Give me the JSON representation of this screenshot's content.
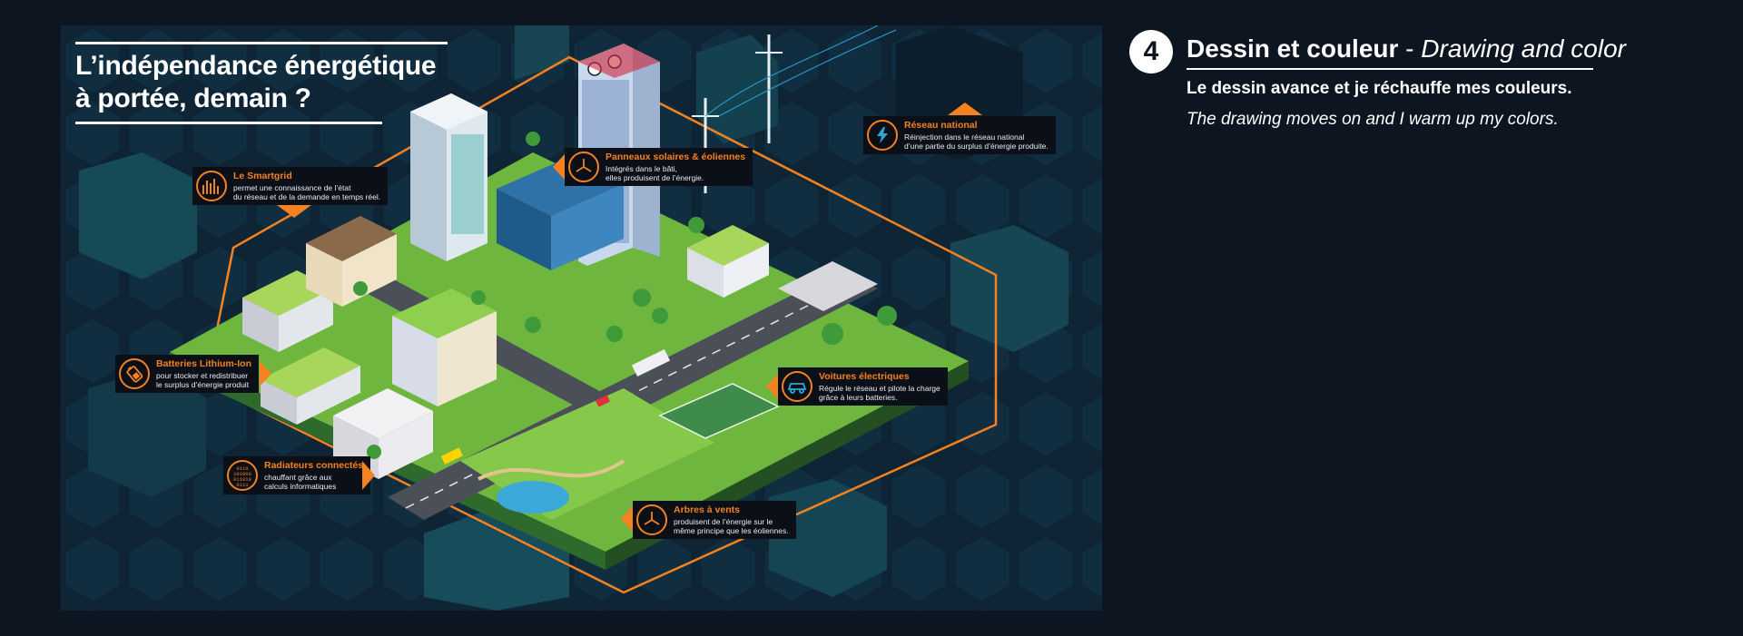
{
  "hero": {
    "line1": "L’indépendance énergétique",
    "line2": "à portée, demain ?"
  },
  "callouts": [
    {
      "id": "smartgrid",
      "icon": "bar-chart-icon",
      "title": "Le Smartgrid",
      "lines": [
        "permet une connaissance de l’état",
        "du réseau et de la demande en temps réel."
      ]
    },
    {
      "id": "solar",
      "icon": "wind-turbine-icon",
      "title": "Panneaux solaires & éoliennes",
      "lines": [
        "Intégrés dans le bâti,",
        "elles produisent de l’énergie."
      ]
    },
    {
      "id": "national",
      "icon": "lightning-icon",
      "title": "Réseau national",
      "lines": [
        "Réinjection dans le réseau national",
        "d’une partie du surplus d’énergie produite."
      ]
    },
    {
      "id": "batteries",
      "icon": "battery-icon",
      "title": "Batteries Lithium-Ion",
      "lines": [
        "pour stocker et redistribuer",
        "le surplus d’énergie produit"
      ]
    },
    {
      "id": "cars",
      "icon": "electric-car-icon",
      "title": "Voitures électriques",
      "lines": [
        "Régule le réseau et pilote la charge",
        "grâce à leurs batteries."
      ]
    },
    {
      "id": "radiators",
      "icon": "binary-code-icon",
      "title": "Radiateurs connectés",
      "lines": [
        "chauffant grâce aux",
        "calculs informatiques"
      ]
    },
    {
      "id": "trees",
      "icon": "wind-turbine-icon",
      "title": "Arbres à vents",
      "lines": [
        "produisent de l’énergie sur le",
        "même principe que les éoliennes."
      ]
    }
  ],
  "binary_glyph": [
    "0110",
    "101000",
    "011010",
    "0111"
  ],
  "step": {
    "number": "4",
    "title_fr": "Dessin et couleur",
    "separator": " - ",
    "title_en": "Drawing and color",
    "desc_fr": "Le dessin avance et je réchauffe mes couleurs.",
    "desc_en": "The drawing moves on and I warm up my colors."
  },
  "colors": {
    "background": "#0d1520",
    "accent": "#f58220",
    "text": "#ffffff",
    "grass": "#7cc242",
    "teal_hex": "#1f5a66"
  }
}
